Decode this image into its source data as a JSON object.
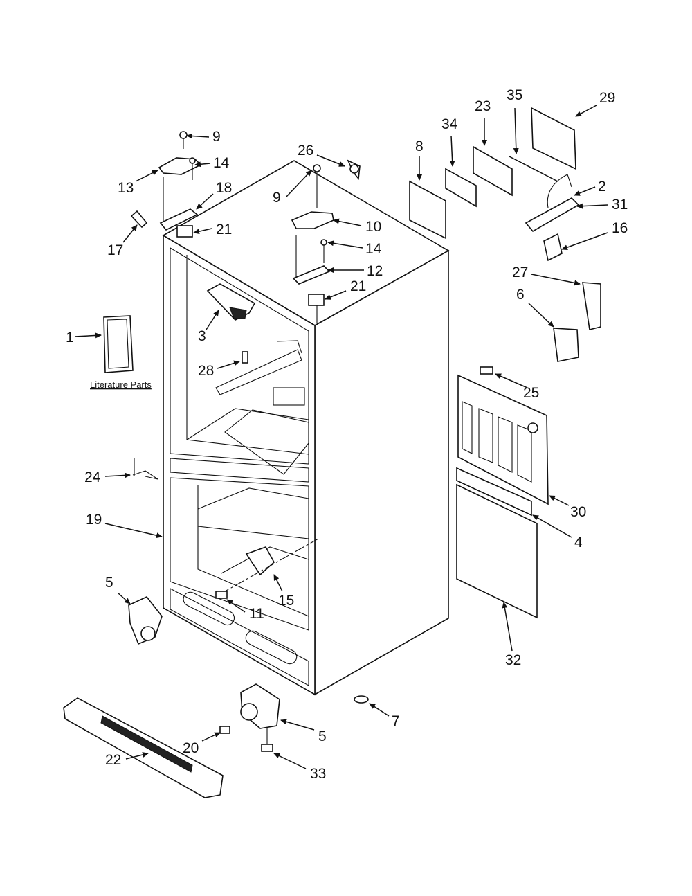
{
  "diagram": {
    "literature_label": "Literature Parts",
    "callouts": [
      "1",
      "2",
      "3",
      "4",
      "5",
      "5",
      "6",
      "7",
      "8",
      "9",
      "9",
      "10",
      "11",
      "12",
      "13",
      "14",
      "14",
      "15",
      "16",
      "17",
      "18",
      "19",
      "20",
      "21",
      "21",
      "22",
      "23",
      "24",
      "25",
      "26",
      "27",
      "28",
      "29",
      "30",
      "31",
      "32",
      "33",
      "34",
      "35"
    ]
  },
  "colors": {
    "line": "#111111",
    "fill": "#ffffff",
    "dark": "#222222"
  }
}
